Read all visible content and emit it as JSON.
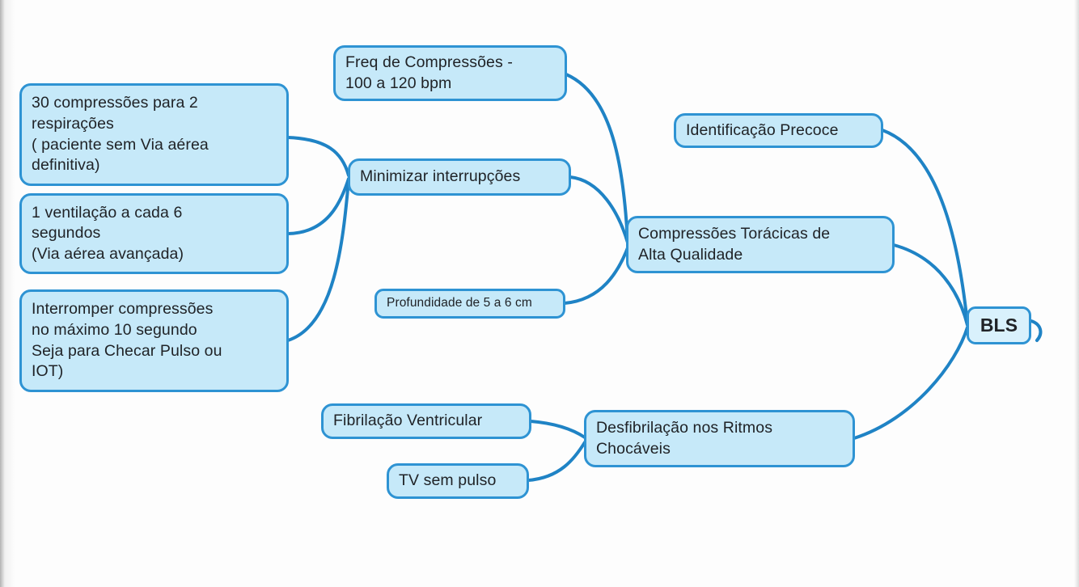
{
  "palette": {
    "bg": "#fdfdfd",
    "node_fill": "#c6e9f9",
    "node_border": "#2e93d3",
    "root_fill": "#d9f1fc",
    "line_color": "#1f83c5",
    "text_color": "#202327"
  },
  "mindmap": {
    "root": {
      "label": "BLS"
    },
    "nodes": {
      "comp30": {
        "label": "30 compressões para 2\nrespirações\n( paciente sem Via aérea\ndefinitiva)"
      },
      "ventilacao": {
        "label": "1 ventilação a cada 6\nsegundos\n(Via aérea avançada)"
      },
      "interromper": {
        "label": "Interromper compressões\nno máximo 10 segundo\nSeja para Checar Pulso ou\nIOT)"
      },
      "freq": {
        "label": "Freq de Compressões -\n100 a 120 bpm"
      },
      "minimizar": {
        "label": "Minimizar interrupções"
      },
      "profundidade": {
        "label": "Profundidade de 5 a 6 cm"
      },
      "identificacao": {
        "label": "Identificação Precoce"
      },
      "comptoracicas": {
        "label": "Compressões Torácicas de\nAlta Qualidade"
      },
      "desfibrilacao": {
        "label": "Desfibrilação nos Ritmos\nChocáveis"
      },
      "fibrilacao": {
        "label": "Fibrilação Ventricular"
      },
      "tvsempulso": {
        "label": "TV sem pulso"
      }
    }
  }
}
